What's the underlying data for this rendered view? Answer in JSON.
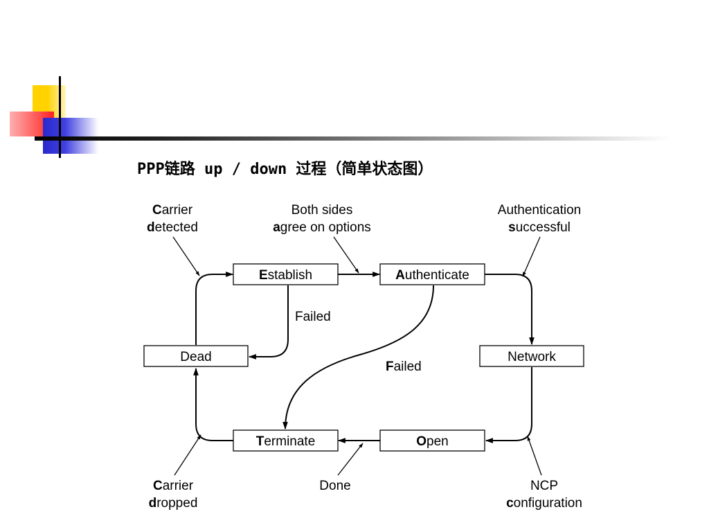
{
  "title": "PPP链路 up / down 过程（简单状态图）",
  "states": {
    "establish": {
      "initial": "E",
      "rest": "stablish"
    },
    "authenticate": {
      "initial": "A",
      "rest": "uthenticate"
    },
    "dead": {
      "text": "Dead"
    },
    "network": {
      "text": "Network"
    },
    "terminate": {
      "initial": "T",
      "rest": "erminate"
    },
    "open": {
      "initial": "O",
      "rest": "pen"
    }
  },
  "labels": {
    "carrier_detected": {
      "line1": {
        "initial": "C",
        "rest": "arrier"
      },
      "line2": {
        "initial": "d",
        "rest": "etected"
      }
    },
    "both_sides": {
      "line1": "Both sides",
      "line2": {
        "initial": "a",
        "rest": "gree on options"
      }
    },
    "auth_success": {
      "line1": "Authentication",
      "line2": {
        "initial": "s",
        "rest": "uccessful"
      }
    },
    "failed_establish": "Failed",
    "failed_auth": {
      "initial": "F",
      "rest": "ailed"
    },
    "carrier_dropped": {
      "line1": {
        "initial": "C",
        "rest": "arrier"
      },
      "line2": {
        "initial": "d",
        "rest": "ropped"
      }
    },
    "done": "Done",
    "ncp_config": {
      "line1": "NCP",
      "line2": {
        "initial": "c",
        "rest": "onfiguration"
      }
    }
  }
}
